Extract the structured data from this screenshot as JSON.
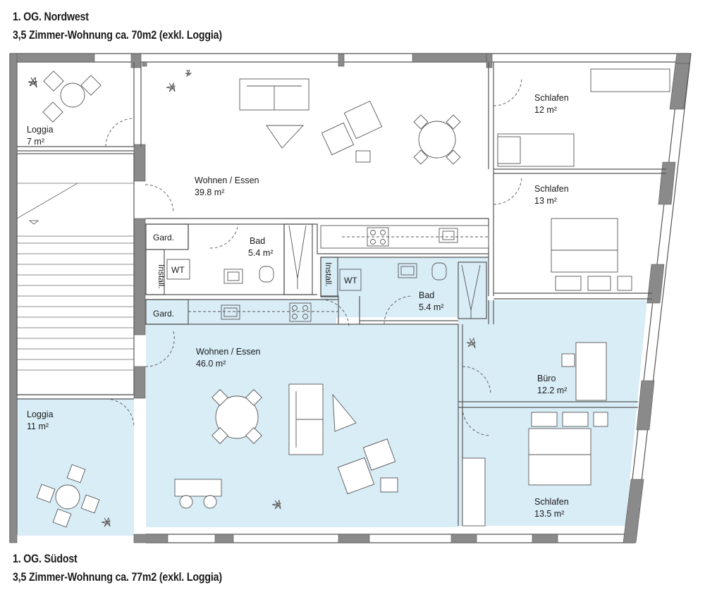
{
  "header_top": {
    "line1": "1. OG. Nordwest",
    "line2": "3,5 Zimmer-Wohnung  ca. 70m2 (exkl. Loggia)"
  },
  "header_bottom": {
    "line1": "1. OG. Südost",
    "line2": "3,5 Zimmer-Wohnung   ca. 77m2 (exkl. Loggia)"
  },
  "colors": {
    "highlight_fill": "#d9edf7",
    "wall": "#7a7a7a",
    "line": "#4a4a4a"
  },
  "rooms": {
    "loggia_nw": {
      "name": "Loggia",
      "area": "7 m²"
    },
    "wohnen_nw": {
      "name": "Wohnen / Essen",
      "area": "39.8 m²"
    },
    "schlafen_nw1": {
      "name": "Schlafen",
      "area": "12 m²"
    },
    "schlafen_nw2": {
      "name": "Schlafen",
      "area": "13 m²"
    },
    "bad_nw": {
      "name": "Bad",
      "area": "5.4 m²"
    },
    "gard_nw": {
      "name": "Gard."
    },
    "install_nw": {
      "name": "Install."
    },
    "wt_nw": {
      "name": "WT"
    },
    "gard_so": {
      "name": "Gard."
    },
    "install_so": {
      "name": "Install."
    },
    "wt_so": {
      "name": "WT"
    },
    "bad_so": {
      "name": "Bad",
      "area": "5.4 m²"
    },
    "wohnen_so": {
      "name": "Wohnen / Essen",
      "area": "46.0 m²"
    },
    "buero_so": {
      "name": "Büro",
      "area": "12.2 m²"
    },
    "schlafen_so": {
      "name": "Schlafen",
      "area": "13.5 m²"
    },
    "loggia_so": {
      "name": "Loggia",
      "area": "11 m²"
    }
  }
}
